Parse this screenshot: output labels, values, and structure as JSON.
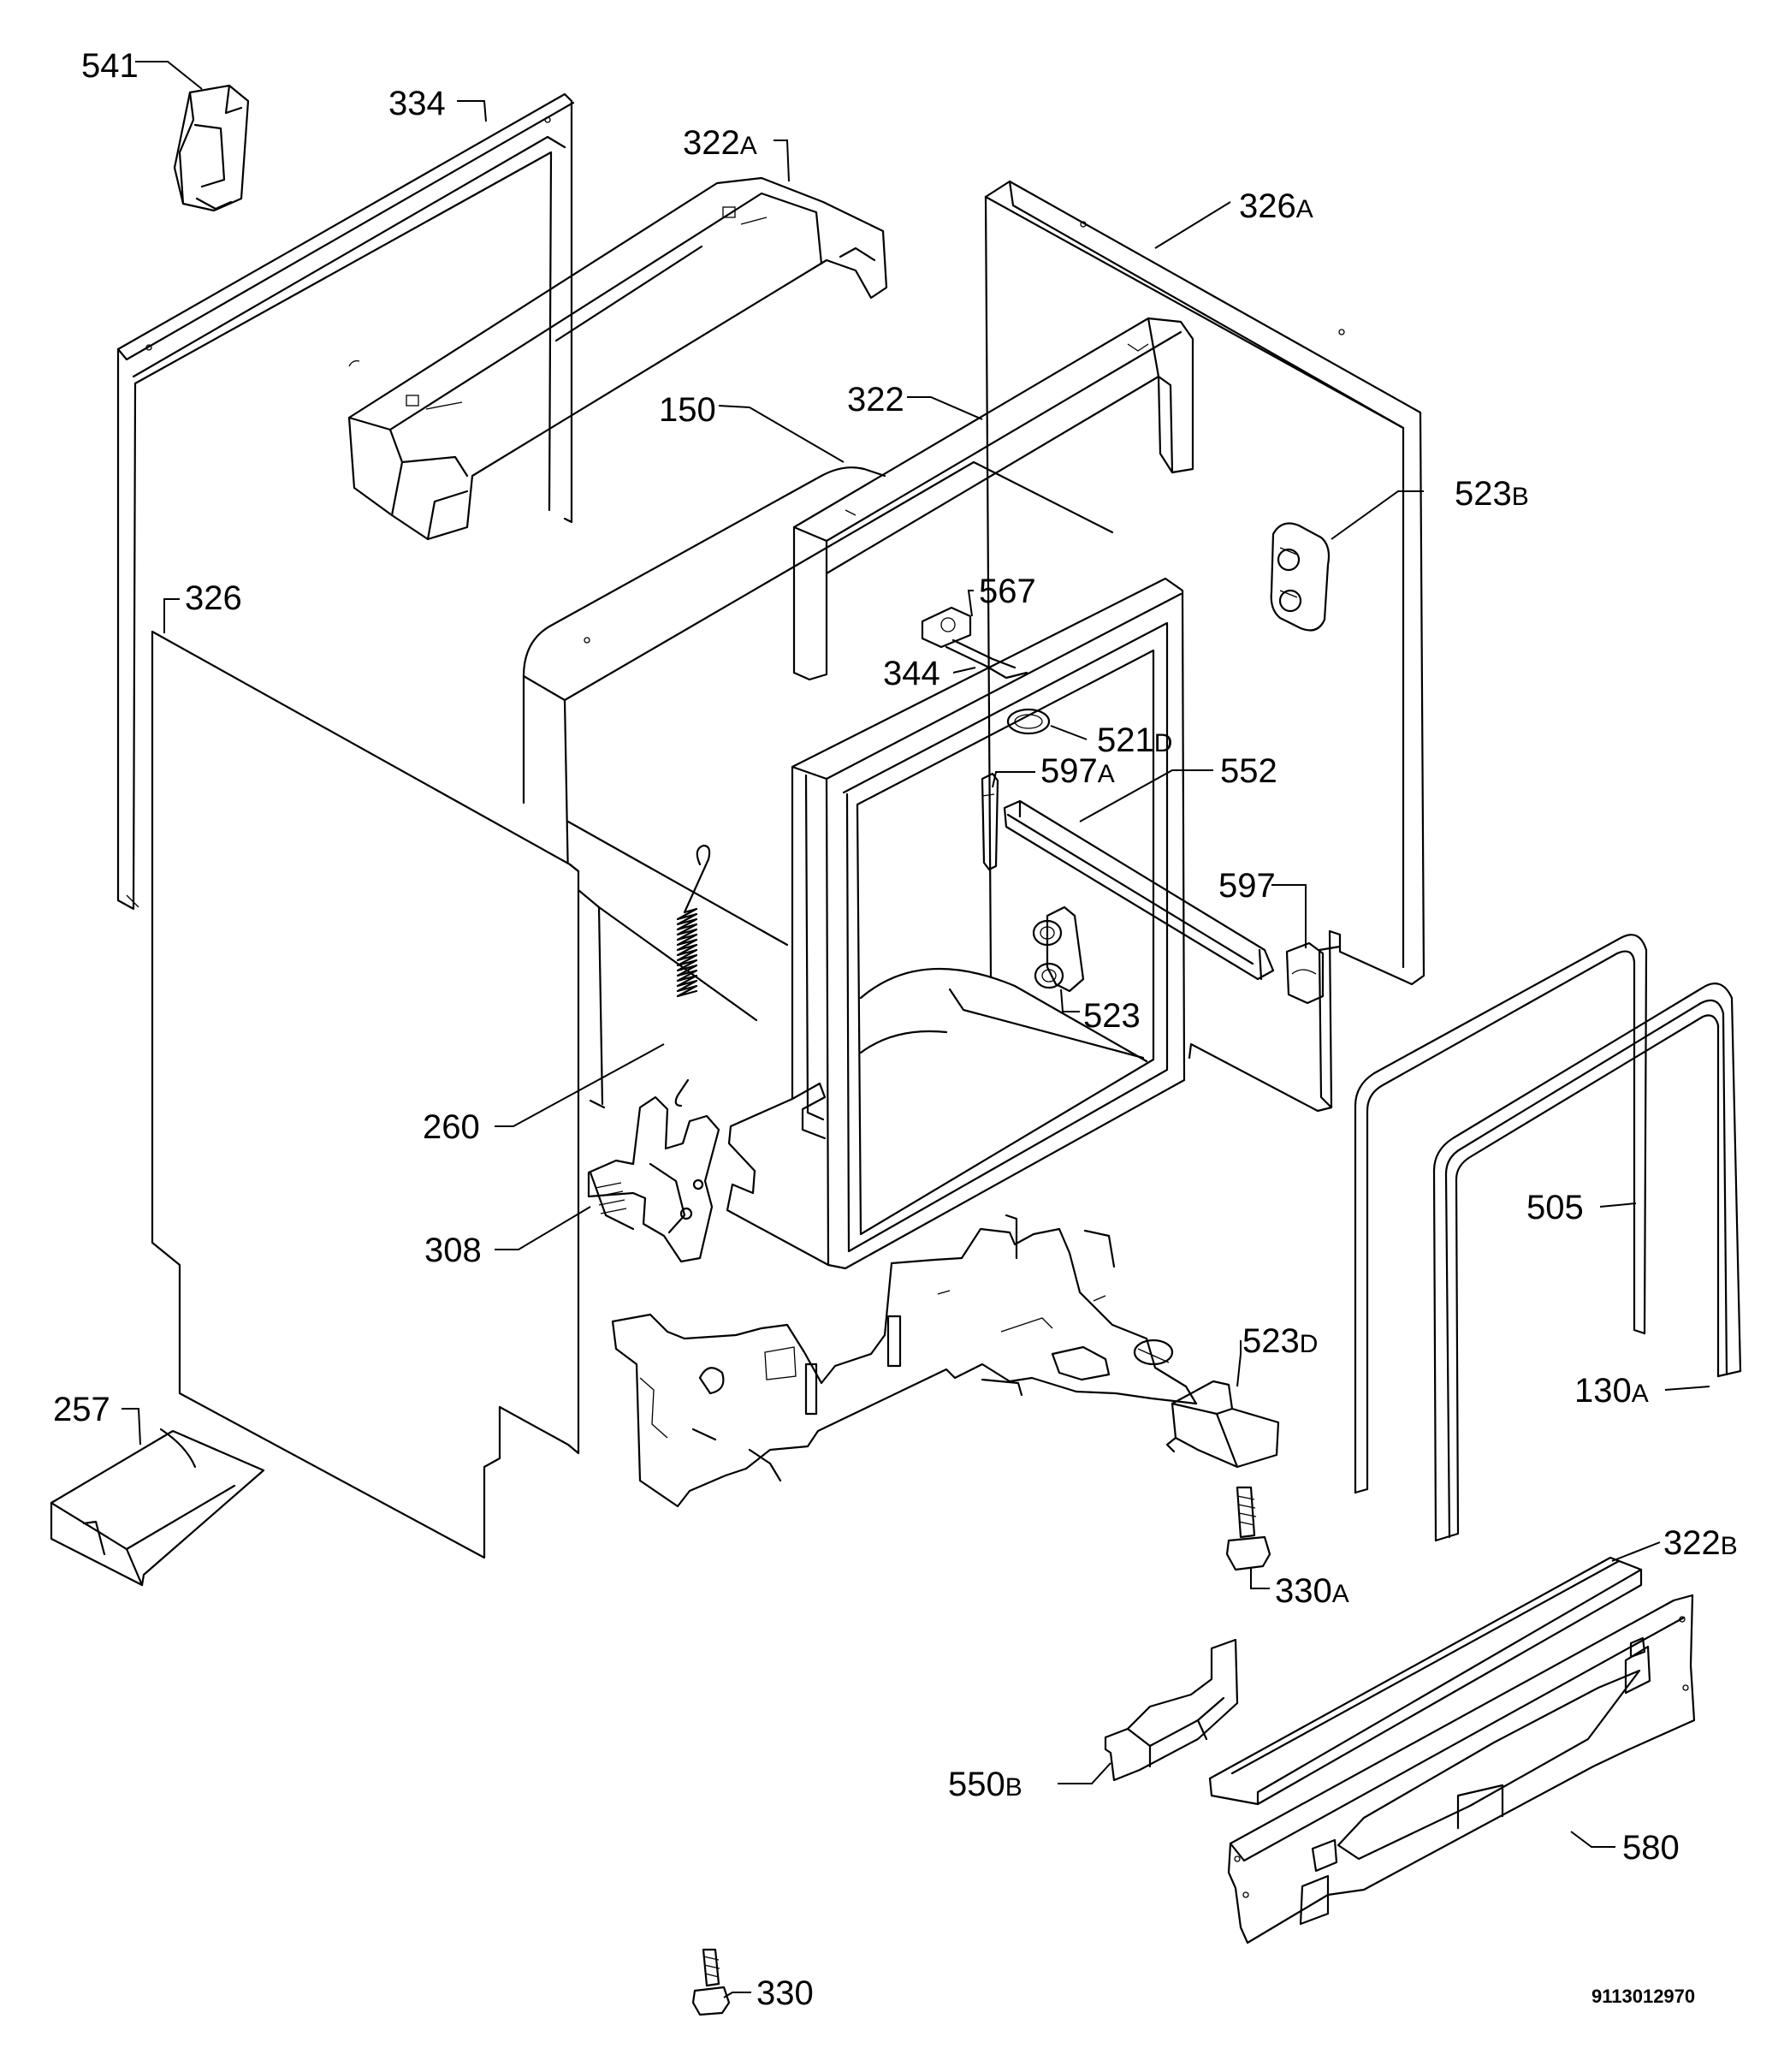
{
  "document_number": "9113012970",
  "parts": [
    {
      "id": "541",
      "number": "541",
      "suffix": ""
    },
    {
      "id": "334",
      "number": "334",
      "suffix": ""
    },
    {
      "id": "322a",
      "number": "322",
      "suffix": "A"
    },
    {
      "id": "326a",
      "number": "326",
      "suffix": "A"
    },
    {
      "id": "150",
      "number": "150",
      "suffix": ""
    },
    {
      "id": "322",
      "number": "322",
      "suffix": ""
    },
    {
      "id": "523b",
      "number": "523",
      "suffix": "B"
    },
    {
      "id": "326",
      "number": "326",
      "suffix": ""
    },
    {
      "id": "567",
      "number": "567",
      "suffix": ""
    },
    {
      "id": "344",
      "number": "344",
      "suffix": ""
    },
    {
      "id": "521d",
      "number": "521",
      "suffix": "D"
    },
    {
      "id": "597a",
      "number": "597",
      "suffix": "A"
    },
    {
      "id": "552",
      "number": "552",
      "suffix": ""
    },
    {
      "id": "597",
      "number": "597",
      "suffix": ""
    },
    {
      "id": "523",
      "number": "523",
      "suffix": ""
    },
    {
      "id": "260",
      "number": "260",
      "suffix": ""
    },
    {
      "id": "505",
      "number": "505",
      "suffix": ""
    },
    {
      "id": "308",
      "number": "308",
      "suffix": ""
    },
    {
      "id": "523d",
      "number": "523",
      "suffix": "D"
    },
    {
      "id": "257",
      "number": "257",
      "suffix": ""
    },
    {
      "id": "130a",
      "number": "130",
      "suffix": "A"
    },
    {
      "id": "330a",
      "number": "330",
      "suffix": "A"
    },
    {
      "id": "322b",
      "number": "322",
      "suffix": "B"
    },
    {
      "id": "550b",
      "number": "550",
      "suffix": "B"
    },
    {
      "id": "580",
      "number": "580",
      "suffix": ""
    },
    {
      "id": "330",
      "number": "330",
      "suffix": ""
    }
  ]
}
